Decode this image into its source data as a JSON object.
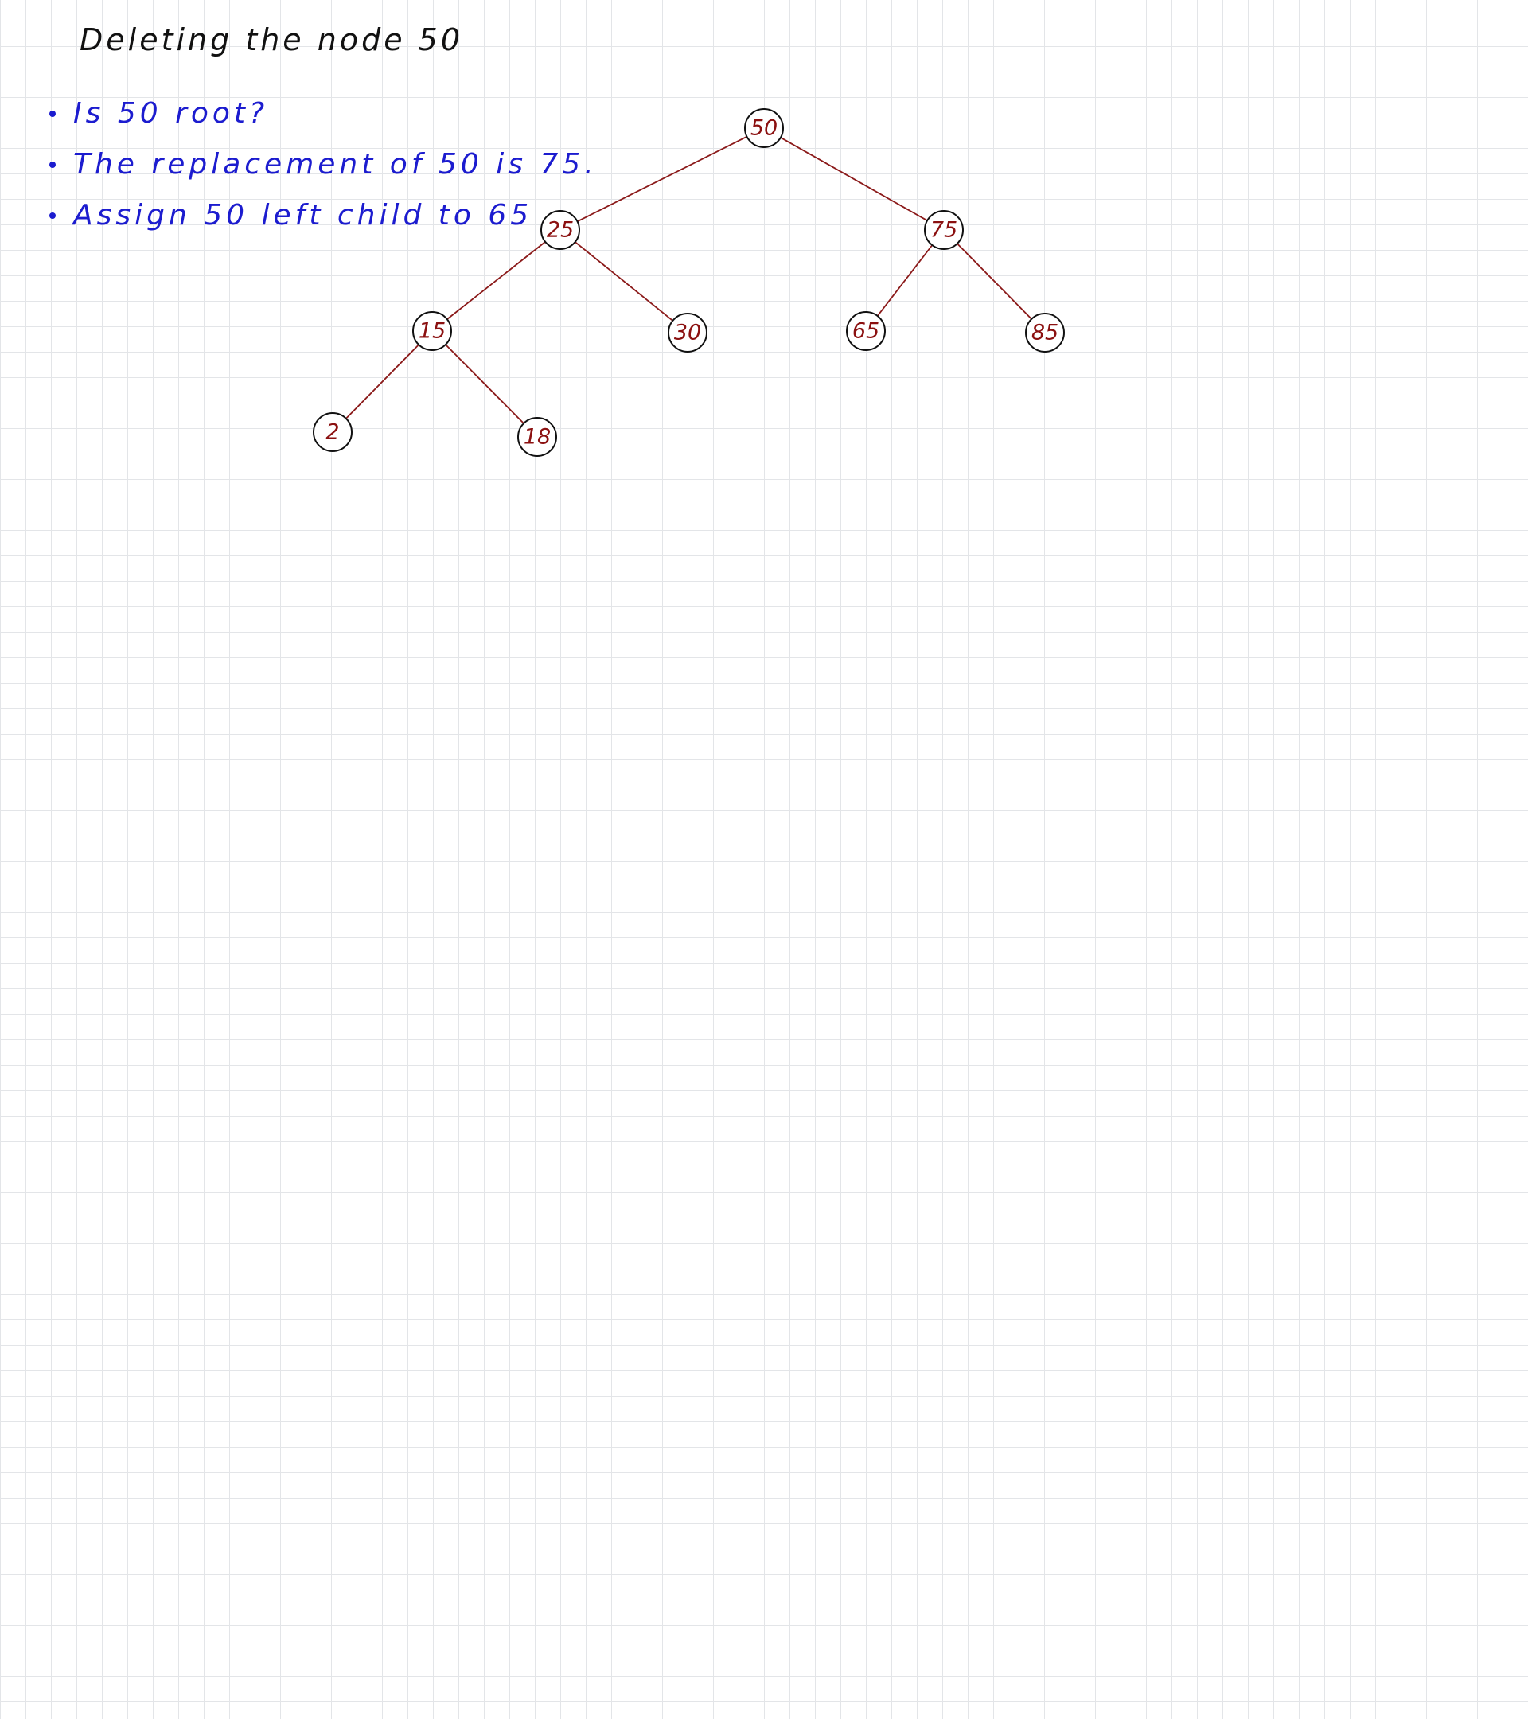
{
  "title": "Deleting the node 50",
  "notes": [
    "Is 50 root?",
    "The replacement of 50 is 75.",
    "Assign 50 left child to 65"
  ],
  "colors": {
    "title_ink": "#111111",
    "note_ink": "#1c1ccf",
    "edge": "#8b1a1a",
    "node_label": "#8b1010",
    "node_outline": "#111111"
  },
  "tree": {
    "nodes": [
      {
        "id": "n50",
        "label": "50"
      },
      {
        "id": "n25",
        "label": "25"
      },
      {
        "id": "n75",
        "label": "75"
      },
      {
        "id": "n15",
        "label": "15"
      },
      {
        "id": "n30",
        "label": "30"
      },
      {
        "id": "n65",
        "label": "65"
      },
      {
        "id": "n85",
        "label": "85"
      },
      {
        "id": "n2",
        "label": "2"
      },
      {
        "id": "n18",
        "label": "18"
      }
    ],
    "edges": [
      [
        "n50",
        "n25"
      ],
      [
        "n50",
        "n75"
      ],
      [
        "n25",
        "n15"
      ],
      [
        "n25",
        "n30"
      ],
      [
        "n75",
        "n65"
      ],
      [
        "n75",
        "n85"
      ],
      [
        "n15",
        "n2"
      ],
      [
        "n15",
        "n18"
      ]
    ]
  }
}
